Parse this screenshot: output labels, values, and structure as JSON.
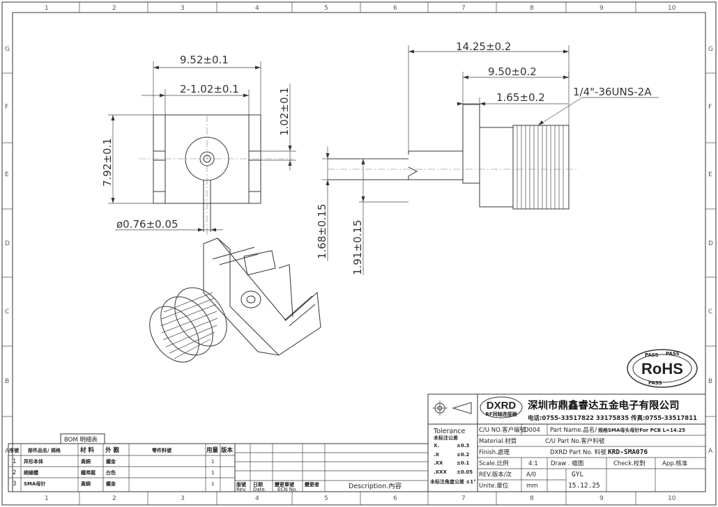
{
  "border": {
    "cols": [
      "1",
      "2",
      "3",
      "4",
      "5",
      "6",
      "7",
      "8",
      "9",
      "10"
    ],
    "rows": [
      "G",
      "F",
      "E",
      "D",
      "C",
      "B",
      "A"
    ]
  },
  "front_view": {
    "dim_width": "9.52±0.1",
    "dim_pin_pitch": "2-1.02±0.1",
    "dim_pin_height": "1.02±0.1",
    "dim_height": "7.92±0.1",
    "dim_pin_dia": "ø0.76±0.05"
  },
  "side_view": {
    "dim_total": "14.25±0.2",
    "dim_body": "9.50±0.2",
    "dim_flange": "1.65±0.2",
    "thread": "1/4\"-36UNS-2A",
    "dim_offset_a": "1.68±0.15",
    "dim_offset_b": "1.91±0.15"
  },
  "rohs": {
    "label": "RoHS",
    "pass": "PASS"
  },
  "title_block": {
    "logo": "DXRD",
    "logo_sub": "RF同轴连接器",
    "company": "深圳市鼎鑫睿达五金电子有限公司",
    "contact": "电话:0755-33517822 33175835 传真:0755-33517811",
    "tolerance_title": "Tolerance",
    "tolerance_sub": "未标注公差",
    "tolerances": [
      {
        "key": "X.",
        "val": "±0.3"
      },
      {
        "key": ".X",
        "val": "±0.2"
      },
      {
        "key": ".XX",
        "val": "±0.1"
      },
      {
        "key": ".XXX",
        "val": "±0.05"
      }
    ],
    "angle_note": "未标注角度公差 ±1°",
    "cu_no_label": "C/U NO.客户编號",
    "cu_no_value": "D004",
    "part_name_label": "Part Name.品名/",
    "part_name_value": "规格SMA母头母针For PCB L=14.25",
    "material_label": "Material.材質",
    "cu_part_label": "C/U Part No.客户料號",
    "finish_label": "Finish.處理",
    "dxrd_part_label": "DXRD Part No. 料號",
    "dxrd_part_value": "KRD-SMA076",
    "scale_label": "Scale.比例",
    "scale_value": "4:1",
    "draw_label": "Draw . 繪圖",
    "check_label": "Check.校對",
    "app_label": "App.核准",
    "rev_label": "REV.版本/次",
    "rev_value": "A/0",
    "drawer": "GYL",
    "unit_label": "Unite.單位",
    "unit_value": "mm",
    "date": "15.12.25"
  },
  "revision": {
    "headers": [
      "版號",
      "日期",
      "變更單號",
      "變更者",
      "Description.內容"
    ],
    "headers_en": [
      "Rev.",
      "Date.",
      "ECN No.",
      "",
      ""
    ]
  },
  "bom": {
    "title": "BOM 明細表",
    "headers": [
      "序號",
      "部件品名/ 規格",
      "材 料",
      "外 觀",
      "零件料號",
      "用量",
      "版本"
    ],
    "rows": [
      {
        "no": "3",
        "name": "SMA母针",
        "material": "黃銅",
        "finish": "鍍金",
        "qty": "1"
      },
      {
        "no": "2",
        "name": "絕緣體",
        "material": "鐵弗龍",
        "finish": "白色",
        "qty": "1"
      },
      {
        "no": "1",
        "name": "异形本体",
        "material": "黃銅",
        "finish": "鍍金",
        "qty": "1"
      }
    ]
  }
}
